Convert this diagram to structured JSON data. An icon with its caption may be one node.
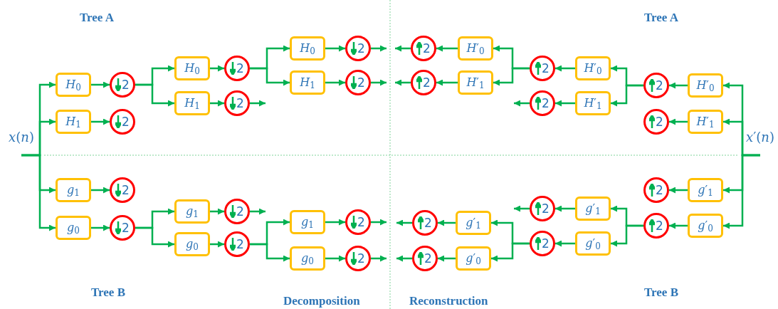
{
  "diagram": {
    "nodes": [
      {
        "text": [
          "*x*(*n*)"
        ]
      },
      {
        "text": [
          "*H*$_{0}$"
        ]
      },
      {
        "text": [
          "2"
        ]
      },
      {
        "text": [
          "*H*$_{1}$"
        ]
      },
      {
        "text": [
          "2"
        ]
      },
      {
        "text": [
          "*H*$_{0}$"
        ]
      },
      {
        "text": [
          "2"
        ]
      },
      {
        "text": [
          "*H*$_{1}$"
        ]
      },
      {
        "text": [
          "2"
        ]
      },
      {
        "text": [
          "*H*$_{0}$"
        ]
      },
      {
        "text": [
          "2"
        ]
      },
      {
        "text": [
          "*H*$_{1}$"
        ]
      },
      {
        "text": [
          "2"
        ]
      },
      {
        "text": [
          "*g*$_{1}$"
        ]
      },
      {
        "text": [
          "2"
        ]
      },
      {
        "text": [
          "*g*$_{0}$"
        ]
      },
      {
        "text": [
          "2"
        ]
      },
      {
        "text": [
          "*g*$_{1}$"
        ]
      },
      {
        "text": [
          "2"
        ]
      },
      {
        "text": [
          "*g*$_{0}$"
        ]
      },
      {
        "text": [
          "2"
        ]
      },
      {
        "text": [
          "*g*$_{1}$"
        ]
      },
      {
        "text": [
          "2"
        ]
      },
      {
        "text": [
          "*g*$_{0}$"
        ]
      },
      {
        "text": [
          "2"
        ]
      },
      {
        "text": [
          "*x*′(*n*)"
        ]
      },
      {
        "text": [
          "*H*′$_{0}$"
        ]
      },
      {
        "text": [
          "2"
        ]
      },
      {
        "text": [
          "*H*′$_{1}$"
        ]
      },
      {
        "text": [
          "2"
        ]
      },
      {
        "text": [
          "*H*′$_{0}$"
        ]
      },
      {
        "text": [
          "2"
        ]
      },
      {
        "text": [
          "*H*′$_{1}$"
        ]
      },
      {
        "text": [
          "2"
        ]
      },
      {
        "text": [
          "*H*′$_{0}$"
        ]
      },
      {
        "text": [
          "2"
        ]
      },
      {
        "text": [
          "*H*′$_{1}$"
        ]
      },
      {
        "text": [
          "2"
        ]
      },
      {
        "text": [
          "*g*′$_{1}$"
        ]
      },
      {
        "text": [
          "2"
        ]
      },
      {
        "text": [
          "*g*′$_{0}$"
        ]
      },
      {
        "text": [
          "2"
        ]
      },
      {
        "text": [
          "*g*′$_{1}$"
        ]
      },
      {
        "text": [
          "2"
        ]
      },
      {
        "text": [
          "*g*′$_{0}$"
        ]
      },
      {
        "text": [
          "2"
        ]
      },
      {
        "text": [
          "*g*′$_{1}$"
        ]
      },
      {
        "text": [
          "2"
        ]
      },
      {
        "text": [
          "*g*′$_{0}$"
        ]
      },
      {
        "text": [
          "2"
        ]
      }
    ],
    "edges": [
      {
        "from": 0,
        "to": 1,
        "arrow": "to"
      },
      {
        "from": 0,
        "to": 3,
        "arrow": "to"
      },
      {
        "from": 0,
        "to": 13,
        "arrow": "to"
      },
      {
        "from": 0,
        "to": 15,
        "arrow": "to"
      },
      {
        "from": 1,
        "to": 2,
        "arrow": "to"
      },
      {
        "from": 3,
        "to": 4,
        "arrow": "to"
      },
      {
        "from": 2,
        "to": 5,
        "arrow": "to"
      },
      {
        "from": 2,
        "to": 7,
        "arrow": "to"
      },
      {
        "from": 5,
        "to": 6,
        "arrow": "to"
      },
      {
        "from": 7,
        "to": 8,
        "arrow": "to"
      },
      {
        "from": 8,
        "to": null,
        "arrow": "to"
      },
      {
        "from": 6,
        "to": 9,
        "arrow": "to"
      },
      {
        "from": 6,
        "to": 11,
        "arrow": "to"
      },
      {
        "from": 9,
        "to": 10,
        "arrow": "to"
      },
      {
        "from": 11,
        "to": 12,
        "arrow": "to"
      },
      {
        "from": 10,
        "to": null,
        "arrow": "to"
      },
      {
        "from": 12,
        "to": null,
        "arrow": "to"
      },
      {
        "from": 13,
        "to": 14,
        "arrow": "to"
      },
      {
        "from": 15,
        "to": 16,
        "arrow": "to"
      },
      {
        "from": 16,
        "to": 17,
        "arrow": "to"
      },
      {
        "from": 16,
        "to": 19,
        "arrow": "to"
      },
      {
        "from": 17,
        "to": 18,
        "arrow": "to"
      },
      {
        "from": 19,
        "to": 20,
        "arrow": "to"
      },
      {
        "from": 18,
        "to": null,
        "arrow": "to"
      },
      {
        "from": 20,
        "to": 21,
        "arrow": "to"
      },
      {
        "from": 20,
        "to": 23,
        "arrow": "to"
      },
      {
        "from": 21,
        "to": 22,
        "arrow": "to"
      },
      {
        "from": 23,
        "to": 24,
        "arrow": "to"
      },
      {
        "from": 22,
        "to": null,
        "arrow": "to"
      },
      {
        "from": 24,
        "to": null,
        "arrow": "to"
      },
      {
        "from": 25,
        "to": 26,
        "arrow": "to"
      },
      {
        "from": 25,
        "to": 28,
        "arrow": "to"
      },
      {
        "from": 25,
        "to": 38,
        "arrow": "to"
      },
      {
        "from": 25,
        "to": 40,
        "arrow": "to"
      },
      {
        "from": 26,
        "to": 27,
        "arrow": "to"
      },
      {
        "from": 28,
        "to": 29,
        "arrow": "to"
      },
      {
        "from": 27,
        "to": 30,
        "arrow": "to"
      },
      {
        "from": 27,
        "to": 32,
        "arrow": "to"
      },
      {
        "from": 30,
        "to": 31,
        "arrow": "to"
      },
      {
        "from": 32,
        "to": 33,
        "arrow": "to"
      },
      {
        "from": 33,
        "to": null,
        "arrow": "to"
      },
      {
        "from": 31,
        "to": 34,
        "arrow": "to"
      },
      {
        "from": 31,
        "to": 36,
        "arrow": "to"
      },
      {
        "from": 34,
        "to": 35,
        "arrow": "to"
      },
      {
        "from": 36,
        "to": 37,
        "arrow": "to"
      },
      {
        "from": 35,
        "to": null,
        "arrow": "to"
      },
      {
        "from": 37,
        "to": null,
        "arrow": "to"
      },
      {
        "from": 38,
        "to": 39,
        "arrow": "to"
      },
      {
        "from": 40,
        "to": 41,
        "arrow": "to"
      },
      {
        "from": 41,
        "to": 42,
        "arrow": "to"
      },
      {
        "from": 41,
        "to": 44,
        "arrow": "to"
      },
      {
        "from": 42,
        "to": 43,
        "arrow": "to"
      },
      {
        "from": 44,
        "to": 45,
        "arrow": "to"
      },
      {
        "from": 43,
        "to": null,
        "arrow": "to"
      },
      {
        "from": 45,
        "to": 46,
        "arrow": "to"
      },
      {
        "from": 45,
        "to": 48,
        "arrow": "to"
      },
      {
        "from": 46,
        "to": 47,
        "arrow": "to"
      },
      {
        "from": 48,
        "to": 49,
        "arrow": "to"
      },
      {
        "from": 47,
        "to": null,
        "arrow": "to"
      },
      {
        "from": 49,
        "to": null,
        "arrow": "to"
      }
    ],
    "labels": [
      "Tree A",
      "Tree A",
      "Tree B",
      "Tree B",
      "Decomposition",
      "Reconstruction"
    ]
  }
}
